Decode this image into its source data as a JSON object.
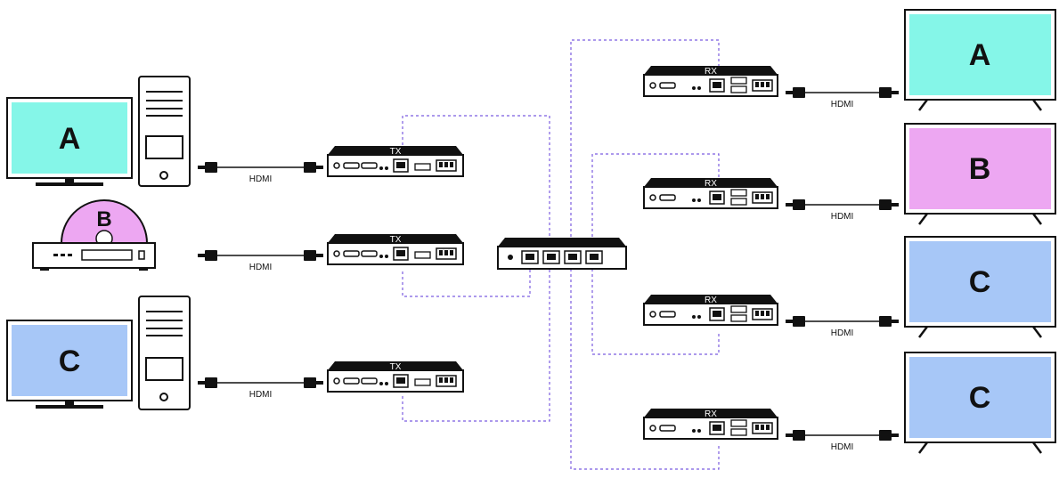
{
  "colors": {
    "screen_a": "#85F6E8",
    "screen_b": "#EDA7F2",
    "screen_c": "#A7C7F7",
    "link": "#7B5CE0"
  },
  "sources": [
    {
      "type": "pc",
      "label": "A",
      "screen": "screen_a"
    },
    {
      "type": "player",
      "label": "B",
      "screen": "screen_b"
    },
    {
      "type": "pc",
      "label": "C",
      "screen": "screen_c"
    }
  ],
  "transmitters": [
    {
      "label": "TX",
      "cable": "HDMI"
    },
    {
      "label": "TX",
      "cable": "HDMI"
    },
    {
      "label": "TX",
      "cable": "HDMI"
    }
  ],
  "receivers": [
    {
      "label": "RX",
      "cable": "HDMI",
      "display": "A",
      "screen": "screen_a"
    },
    {
      "label": "RX",
      "cable": "HDMI",
      "display": "B",
      "screen": "screen_b"
    },
    {
      "label": "RX",
      "cable": "HDMI",
      "display": "C",
      "screen": "screen_c"
    },
    {
      "label": "RX",
      "cable": "HDMI",
      "display": "C",
      "screen": "screen_c"
    }
  ]
}
